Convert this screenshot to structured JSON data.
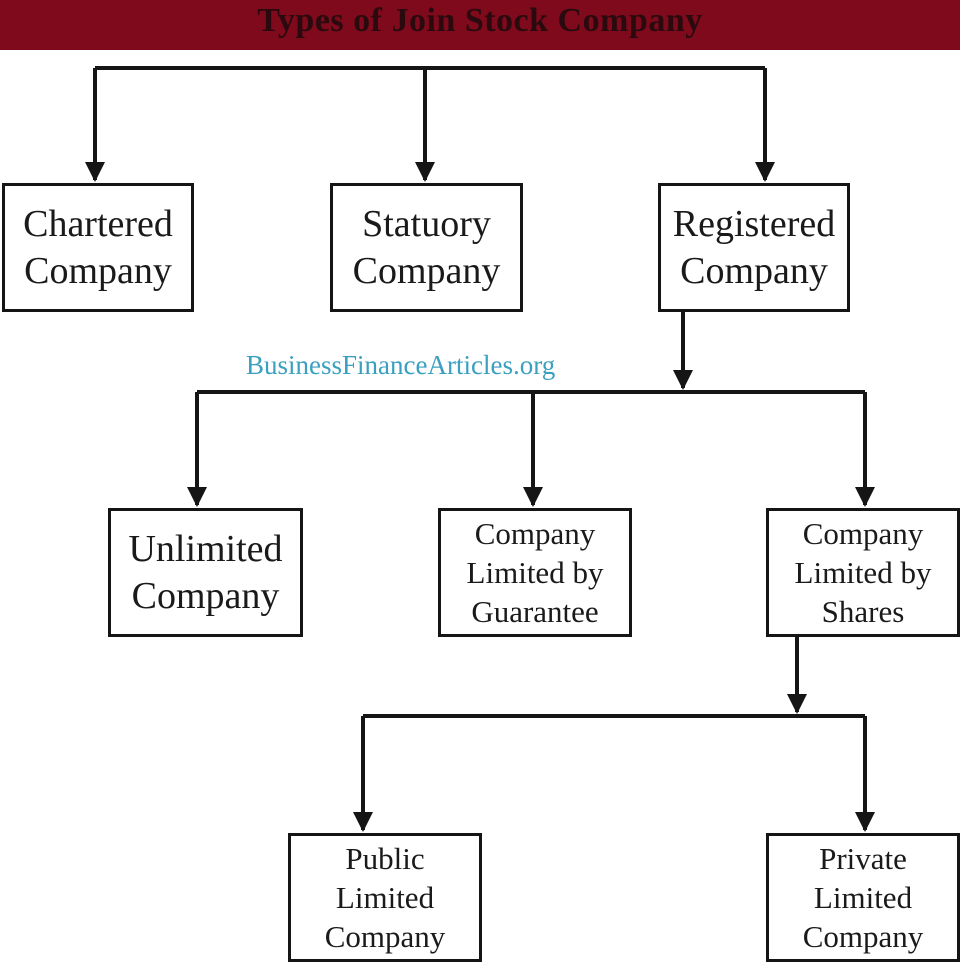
{
  "title": "Types of Join Stock Company",
  "watermark": "BusinessFinanceArticles.org",
  "nodes": {
    "chartered": {
      "lines": [
        "Chartered",
        "Company"
      ]
    },
    "statutory": {
      "lines": [
        "Statuory",
        "Company"
      ]
    },
    "registered": {
      "lines": [
        "Registered",
        "Company"
      ]
    },
    "unlimited": {
      "lines": [
        "Unlimited",
        "Company"
      ]
    },
    "guarantee": {
      "lines": [
        "Company",
        "Limited by",
        "Guarantee"
      ]
    },
    "shares": {
      "lines": [
        "Company",
        "Limited by",
        "Shares"
      ]
    },
    "public": {
      "lines": [
        "Public",
        "Limited",
        "Company"
      ]
    },
    "private": {
      "lines": [
        "Private",
        "Limited",
        "Company"
      ]
    }
  },
  "colors": {
    "title_bar": "#7e0a1c",
    "title_text": "#2a0a0e",
    "watermark": "#3aa0c0",
    "lines": "#151515"
  }
}
